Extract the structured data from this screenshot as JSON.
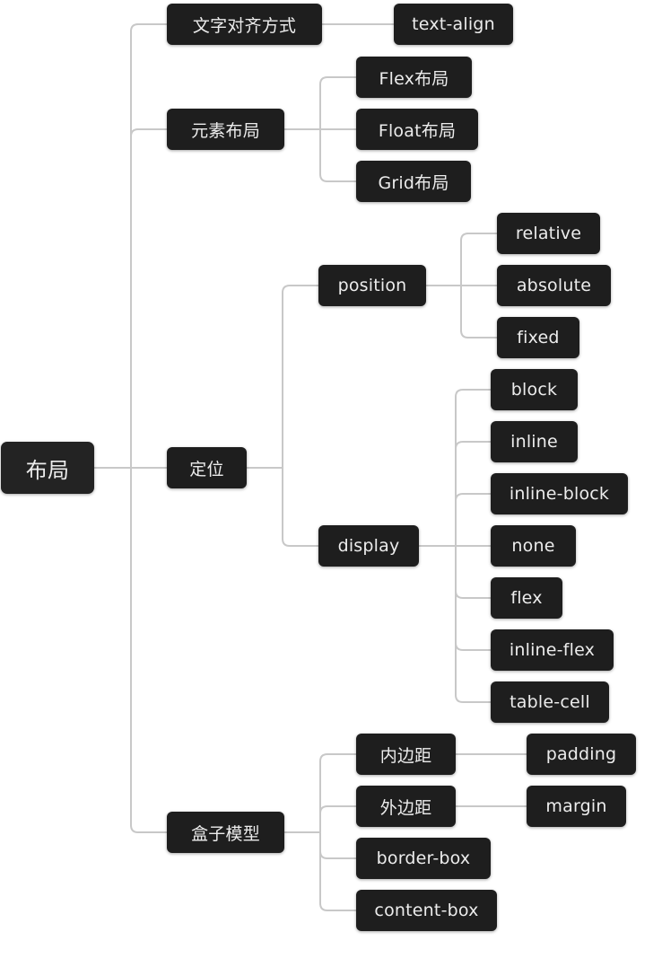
{
  "root": {
    "label": "布局"
  },
  "branches": {
    "text_align": {
      "label": "文字对齐方式",
      "children": [
        "text-align"
      ]
    },
    "element_layout": {
      "label": "元素布局",
      "children": [
        "Flex布局",
        "Float布局",
        "Grid布局"
      ]
    },
    "positioning": {
      "label": "定位",
      "position": {
        "label": "position",
        "children": [
          "relative",
          "absolute",
          "fixed"
        ]
      },
      "display": {
        "label": "display",
        "children": [
          "block",
          "inline",
          "inline-block",
          "none",
          "flex",
          "inline-flex",
          "table-cell"
        ]
      }
    },
    "box_model": {
      "label": "盒子模型",
      "padding": {
        "label": "内边距",
        "children": [
          "padding"
        ]
      },
      "margin": {
        "label": "外边距",
        "children": [
          "margin"
        ]
      },
      "border_box": {
        "label": "border-box"
      },
      "content_box": {
        "label": "content-box"
      }
    }
  },
  "colors": {
    "node_bg": "#1e1e1e",
    "node_text": "#ececec",
    "connector": "#c8c8c8",
    "background": "#ffffff"
  }
}
